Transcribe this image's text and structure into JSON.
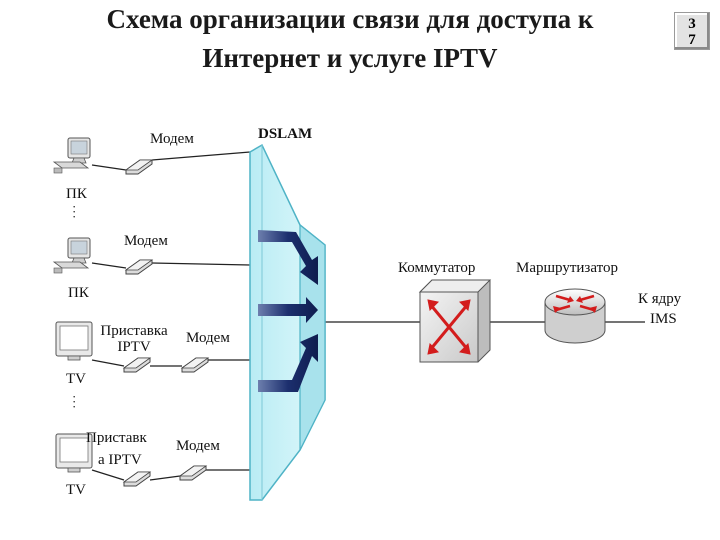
{
  "title_line1": "Схема организации связи для доступа к",
  "title_line2": "Интернет и услуге IPTV",
  "slide_number": [
    "3",
    "7"
  ],
  "labels": {
    "dslam": "DSLAM",
    "modem_1": "Модем",
    "modem_2": "Модем",
    "modem_3": "Модем",
    "modem_4": "Модем",
    "pc_1": "ПК",
    "pc_2": "ПК",
    "stb_1": "Приставка IPTV",
    "stb_2_line1": "Приставк",
    "stb_2_line2": "а IPTV",
    "tv_1": "TV",
    "tv_2": "TV",
    "switch": "Коммутатор",
    "router": "Маршрутизатор",
    "core_line1": "К ядру",
    "core_line2": "IMS"
  },
  "colors": {
    "dslam_fill": "#c9f1f7",
    "dslam_edge": "#4fb3c6",
    "arrow": "#1c2f6e",
    "router_arrow": "#d31c1c"
  }
}
